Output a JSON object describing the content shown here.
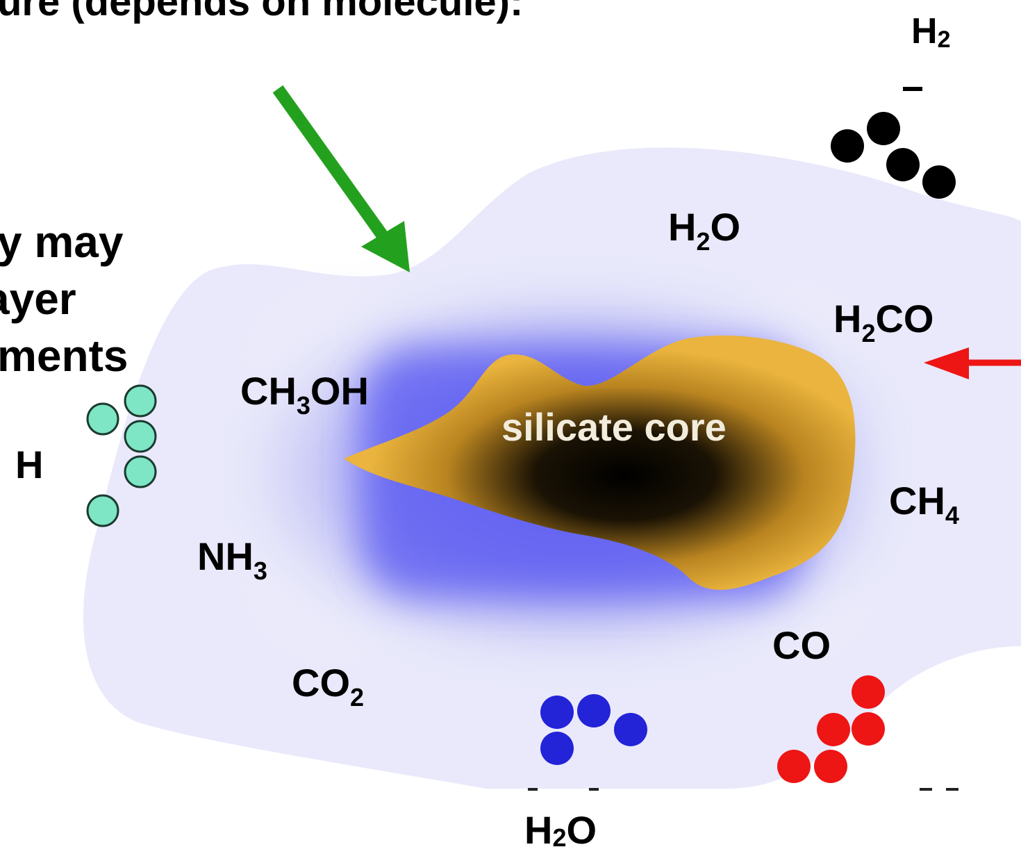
{
  "page_text": {
    "top_heading": "ure (depends on molecule):",
    "left_lines": [
      "y may",
      "ayer",
      "ments"
    ],
    "h2_label": {
      "base": "H",
      "sub": "2"
    },
    "h2o_label": {
      "base": "H",
      "sub": "2",
      "tail": "O"
    }
  },
  "diagram": {
    "core_label": "silicate core",
    "mantle_molecules": {
      "h2o": {
        "base": "H",
        "sub": "2",
        "tail": "O"
      },
      "h2co": {
        "base": "H",
        "sub": "2",
        "tail": "CO"
      },
      "ch3oh": {
        "base": "CH",
        "sub": "3",
        "tail": "OH"
      },
      "ch4": {
        "base": "CH",
        "sub": "4"
      },
      "nh3": {
        "base": "NH",
        "sub": "3"
      },
      "co2": {
        "base": "CO",
        "sub": "2"
      },
      "co": {
        "base": "CO"
      }
    },
    "h_atom_label": "H",
    "colors": {
      "mantle": "#6d6df4",
      "core_outer": "#eab43e",
      "core_inner": "#000000",
      "h_atoms": "#7ee6c4",
      "black_atoms": "#000000",
      "blue_atoms": "#2323d8",
      "red_atoms": "#ee1515",
      "green_arrow": "#23a01e",
      "red_arrow": "#ee1515"
    }
  }
}
